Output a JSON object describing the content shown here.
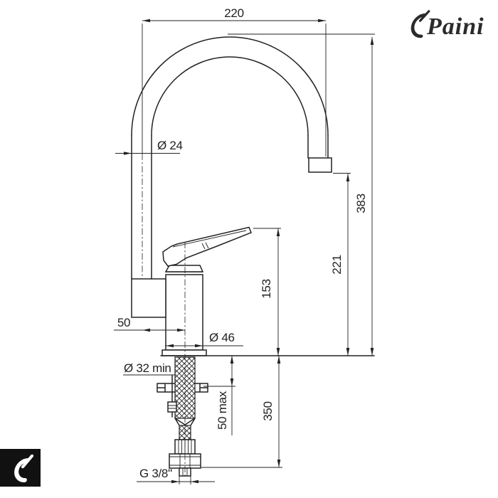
{
  "page": {
    "background": "#ffffff",
    "line_color": "#222222"
  },
  "brand": {
    "name": "Paini",
    "color": "#2b2b2b",
    "logo_icon": "paini-mark",
    "footer_icon": "paini-mark-inverse"
  },
  "drawing": {
    "kind": "technical-dimension-drawing",
    "labels": {
      "spout_reach": "220",
      "spout_tube_diameter": "Ø 24",
      "overall_height": "383",
      "spout_outlet_height": "221",
      "handle_top_height": "153",
      "spout_center_offset": "50",
      "base_diameter": "Ø 46",
      "mounting_hole": "Ø 32 min",
      "deck_thickness": "50 max",
      "hose_drop": "350",
      "supply_thread": "G 3/8\""
    }
  }
}
